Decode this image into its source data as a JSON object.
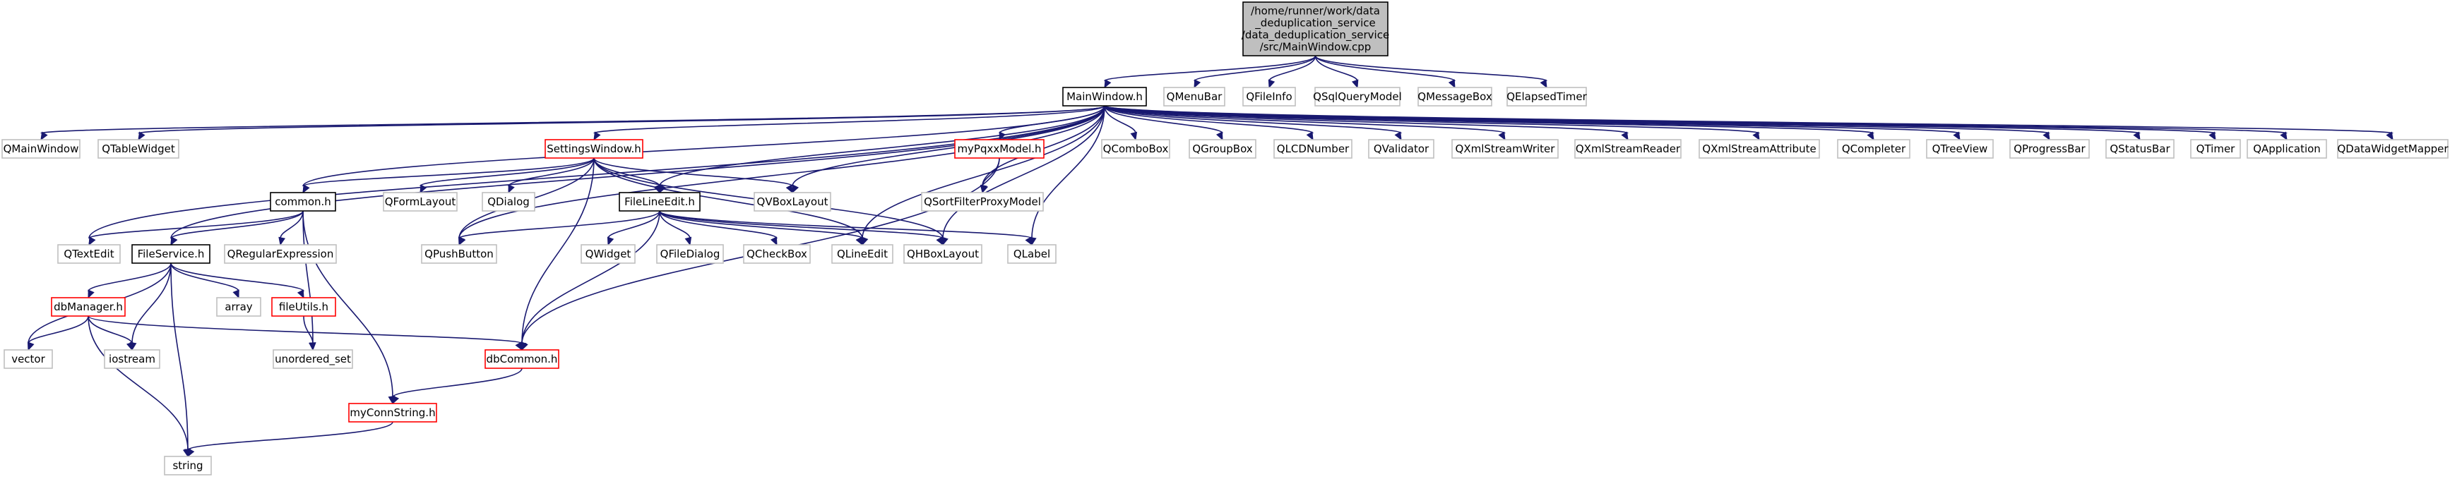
{
  "graph": {
    "title": "/home/runner/work/data_deduplication_service/data_deduplication_service/src/MainWindow.cpp",
    "colors": {
      "root_fill": "#bfbfbf",
      "node_border_default": "#bfbfbf",
      "node_border_documented": "#000000",
      "node_border_truncated": "#ff0000",
      "edge": "#191970"
    },
    "nodes": [
      {
        "id": "root",
        "lines": [
          "/home/runner/work/data",
          "_deduplication_service",
          "/data_deduplication_service",
          "/src/MainWindow.cpp"
        ],
        "style": "root"
      },
      {
        "id": "mainwindow_h",
        "lines": [
          "MainWindow.h"
        ],
        "style": "documented"
      },
      {
        "id": "qmenubar",
        "lines": [
          "QMenuBar"
        ],
        "style": "external"
      },
      {
        "id": "qfileinfo",
        "lines": [
          "QFileInfo"
        ],
        "style": "external"
      },
      {
        "id": "qsqlquerymodel",
        "lines": [
          "QSqlQueryModel"
        ],
        "style": "external"
      },
      {
        "id": "qmessagebox",
        "lines": [
          "QMessageBox"
        ],
        "style": "external"
      },
      {
        "id": "qelapsedtimer",
        "lines": [
          "QElapsedTimer"
        ],
        "style": "external"
      },
      {
        "id": "qmainwindow",
        "lines": [
          "QMainWindow"
        ],
        "style": "external"
      },
      {
        "id": "qtablewidget",
        "lines": [
          "QTableWidget"
        ],
        "style": "external"
      },
      {
        "id": "settingswindow_h",
        "lines": [
          "SettingsWindow.h"
        ],
        "style": "truncated"
      },
      {
        "id": "mypqxxmodel_h",
        "lines": [
          "myPqxxModel.h"
        ],
        "style": "truncated"
      },
      {
        "id": "qcombobox",
        "lines": [
          "QComboBox"
        ],
        "style": "external"
      },
      {
        "id": "qgroupbox",
        "lines": [
          "QGroupBox"
        ],
        "style": "external"
      },
      {
        "id": "qlcdnumber",
        "lines": [
          "QLCDNumber"
        ],
        "style": "external"
      },
      {
        "id": "qvalidator",
        "lines": [
          "QValidator"
        ],
        "style": "external"
      },
      {
        "id": "qxmlstreamwriter",
        "lines": [
          "QXmlStreamWriter"
        ],
        "style": "external"
      },
      {
        "id": "qxmlstreamreader",
        "lines": [
          "QXmlStreamReader"
        ],
        "style": "external"
      },
      {
        "id": "qxmlstreamattribute",
        "lines": [
          "QXmlStreamAttribute"
        ],
        "style": "external"
      },
      {
        "id": "qcompleter",
        "lines": [
          "QCompleter"
        ],
        "style": "external"
      },
      {
        "id": "qtreeview",
        "lines": [
          "QTreeView"
        ],
        "style": "external"
      },
      {
        "id": "qprogressbar",
        "lines": [
          "QProgressBar"
        ],
        "style": "external"
      },
      {
        "id": "qstatusbar",
        "lines": [
          "QStatusBar"
        ],
        "style": "external"
      },
      {
        "id": "qtimer",
        "lines": [
          "QTimer"
        ],
        "style": "external"
      },
      {
        "id": "qapplication",
        "lines": [
          "QApplication"
        ],
        "style": "external"
      },
      {
        "id": "qdatawidgetmapper",
        "lines": [
          "QDataWidgetMapper"
        ],
        "style": "external"
      },
      {
        "id": "common_h",
        "lines": [
          "common.h"
        ],
        "style": "documented"
      },
      {
        "id": "qformlayout",
        "lines": [
          "QFormLayout"
        ],
        "style": "external"
      },
      {
        "id": "qdialog",
        "lines": [
          "QDialog"
        ],
        "style": "external"
      },
      {
        "id": "filelineedit_h",
        "lines": [
          "FileLineEdit.h"
        ],
        "style": "documented"
      },
      {
        "id": "qvboxlayout",
        "lines": [
          "QVBoxLayout"
        ],
        "style": "external"
      },
      {
        "id": "qsortfilterproxymodel",
        "lines": [
          "QSortFilterProxyModel"
        ],
        "style": "external"
      },
      {
        "id": "qtextedit",
        "lines": [
          "QTextEdit"
        ],
        "style": "external"
      },
      {
        "id": "fileservice_h",
        "lines": [
          "FileService.h"
        ],
        "style": "documented"
      },
      {
        "id": "qregularexpression",
        "lines": [
          "QRegularExpression"
        ],
        "style": "external"
      },
      {
        "id": "qpushbutton",
        "lines": [
          "QPushButton"
        ],
        "style": "external"
      },
      {
        "id": "qwidget",
        "lines": [
          "QWidget"
        ],
        "style": "external"
      },
      {
        "id": "qfiledialog",
        "lines": [
          "QFileDialog"
        ],
        "style": "external"
      },
      {
        "id": "qcheckbox",
        "lines": [
          "QCheckBox"
        ],
        "style": "external"
      },
      {
        "id": "qlineedit",
        "lines": [
          "QLineEdit"
        ],
        "style": "external"
      },
      {
        "id": "qhboxlayout",
        "lines": [
          "QHBoxLayout"
        ],
        "style": "external"
      },
      {
        "id": "qlabel",
        "lines": [
          "QLabel"
        ],
        "style": "external"
      },
      {
        "id": "dbmanager_h",
        "lines": [
          "dbManager.h"
        ],
        "style": "truncated"
      },
      {
        "id": "array",
        "lines": [
          "array"
        ],
        "style": "external"
      },
      {
        "id": "fileutils_h",
        "lines": [
          "fileUtils.h"
        ],
        "style": "truncated"
      },
      {
        "id": "vector",
        "lines": [
          "vector"
        ],
        "style": "external"
      },
      {
        "id": "iostream",
        "lines": [
          "iostream"
        ],
        "style": "external"
      },
      {
        "id": "unordered_set",
        "lines": [
          "unordered_set"
        ],
        "style": "external"
      },
      {
        "id": "dbcommon_h",
        "lines": [
          "dbCommon.h"
        ],
        "style": "truncated"
      },
      {
        "id": "myconnstring_h",
        "lines": [
          "myConnString.h"
        ],
        "style": "truncated"
      },
      {
        "id": "string",
        "lines": [
          "string"
        ],
        "style": "external"
      }
    ],
    "edges": [
      [
        "root",
        "mainwindow_h"
      ],
      [
        "root",
        "qmenubar"
      ],
      [
        "root",
        "qfileinfo"
      ],
      [
        "root",
        "qsqlquerymodel"
      ],
      [
        "root",
        "qmessagebox"
      ],
      [
        "root",
        "qelapsedtimer"
      ],
      [
        "mainwindow_h",
        "qmainwindow"
      ],
      [
        "mainwindow_h",
        "qtablewidget"
      ],
      [
        "mainwindow_h",
        "settingswindow_h"
      ],
      [
        "mainwindow_h",
        "mypqxxmodel_h"
      ],
      [
        "mainwindow_h",
        "qcombobox"
      ],
      [
        "mainwindow_h",
        "qgroupbox"
      ],
      [
        "mainwindow_h",
        "qlcdnumber"
      ],
      [
        "mainwindow_h",
        "qvalidator"
      ],
      [
        "mainwindow_h",
        "qxmlstreamwriter"
      ],
      [
        "mainwindow_h",
        "qxmlstreamreader"
      ],
      [
        "mainwindow_h",
        "qxmlstreamattribute"
      ],
      [
        "mainwindow_h",
        "qcompleter"
      ],
      [
        "mainwindow_h",
        "qtreeview"
      ],
      [
        "mainwindow_h",
        "qprogressbar"
      ],
      [
        "mainwindow_h",
        "qstatusbar"
      ],
      [
        "mainwindow_h",
        "qtimer"
      ],
      [
        "mainwindow_h",
        "qapplication"
      ],
      [
        "mainwindow_h",
        "qdatawidgetmapper"
      ],
      [
        "mainwindow_h",
        "common_h"
      ],
      [
        "mainwindow_h",
        "filelineedit_h"
      ],
      [
        "mainwindow_h",
        "qvboxlayout"
      ],
      [
        "mainwindow_h",
        "qsortfilterproxymodel"
      ],
      [
        "mainwindow_h",
        "qtextedit"
      ],
      [
        "mainwindow_h",
        "fileservice_h"
      ],
      [
        "mainwindow_h",
        "qpushbutton"
      ],
      [
        "mainwindow_h",
        "qlineedit"
      ],
      [
        "mainwindow_h",
        "qhboxlayout"
      ],
      [
        "mainwindow_h",
        "qlabel"
      ],
      [
        "settingswindow_h",
        "common_h"
      ],
      [
        "settingswindow_h",
        "qformlayout"
      ],
      [
        "settingswindow_h",
        "qdialog"
      ],
      [
        "settingswindow_h",
        "filelineedit_h"
      ],
      [
        "settingswindow_h",
        "qvboxlayout"
      ],
      [
        "settingswindow_h",
        "qpushbutton"
      ],
      [
        "settingswindow_h",
        "qlineedit"
      ],
      [
        "settingswindow_h",
        "qhboxlayout"
      ],
      [
        "settingswindow_h",
        "dbcommon_h"
      ],
      [
        "mypqxxmodel_h",
        "qsortfilterproxymodel"
      ],
      [
        "mypqxxmodel_h",
        "dbcommon_h"
      ],
      [
        "common_h",
        "qtextedit"
      ],
      [
        "common_h",
        "fileservice_h"
      ],
      [
        "common_h",
        "qregularexpression"
      ],
      [
        "common_h",
        "unordered_set"
      ],
      [
        "common_h",
        "myconnstring_h"
      ],
      [
        "filelineedit_h",
        "qpushbutton"
      ],
      [
        "filelineedit_h",
        "qwidget"
      ],
      [
        "filelineedit_h",
        "qfiledialog"
      ],
      [
        "filelineedit_h",
        "qcheckbox"
      ],
      [
        "filelineedit_h",
        "qlineedit"
      ],
      [
        "filelineedit_h",
        "qhboxlayout"
      ],
      [
        "filelineedit_h",
        "qlabel"
      ],
      [
        "filelineedit_h",
        "dbcommon_h"
      ],
      [
        "fileservice_h",
        "dbmanager_h"
      ],
      [
        "fileservice_h",
        "array"
      ],
      [
        "fileservice_h",
        "fileutils_h"
      ],
      [
        "fileservice_h",
        "vector"
      ],
      [
        "fileservice_h",
        "iostream"
      ],
      [
        "fileservice_h",
        "string"
      ],
      [
        "dbmanager_h",
        "vector"
      ],
      [
        "dbmanager_h",
        "iostream"
      ],
      [
        "dbmanager_h",
        "string"
      ],
      [
        "dbmanager_h",
        "dbcommon_h"
      ],
      [
        "fileutils_h",
        "unordered_set"
      ],
      [
        "dbcommon_h",
        "myconnstring_h"
      ],
      [
        "myconnstring_h",
        "string"
      ]
    ]
  }
}
